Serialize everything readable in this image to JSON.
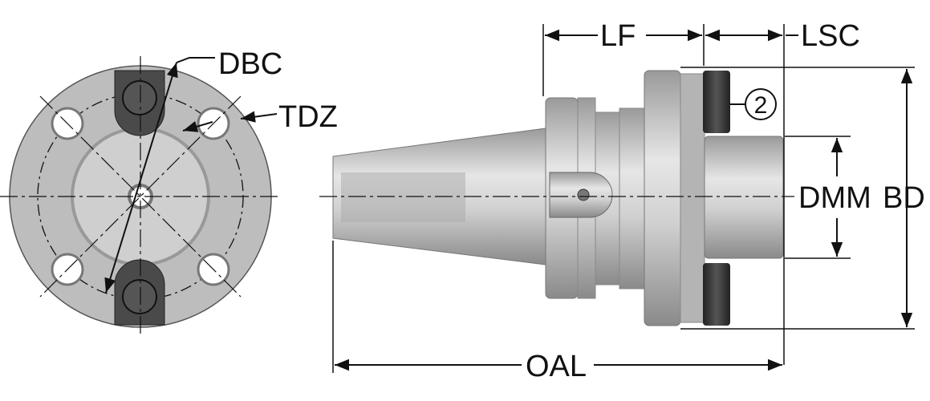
{
  "labels": {
    "dbc": "DBC",
    "tdz": "TDZ",
    "lf": "LF",
    "lsc": "LSC",
    "item_number": "2",
    "dmm": "DMM",
    "bd": "BD",
    "oal": "OAL"
  },
  "colors": {
    "metal": "#c8c8c8",
    "dark": "#3a3a3a",
    "line": "#111111"
  }
}
